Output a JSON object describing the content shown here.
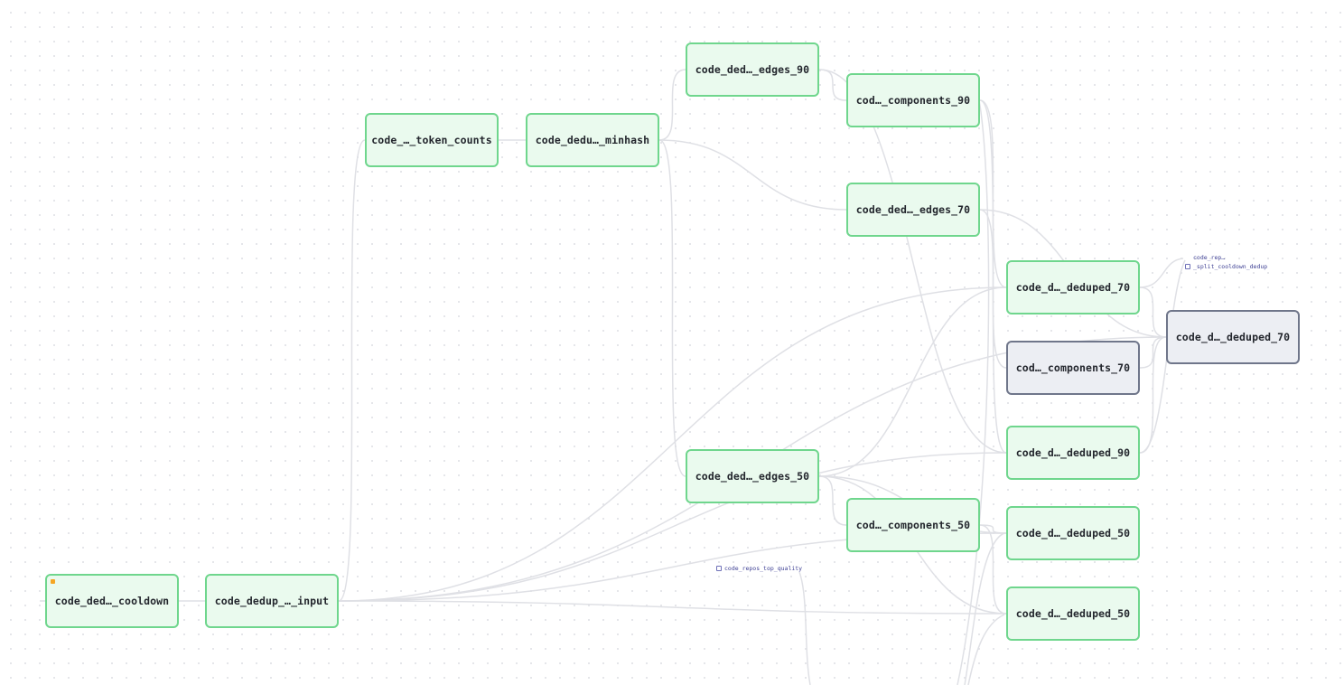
{
  "nodes": [
    {
      "id": "cooldown",
      "label": "code_ded…_cooldown",
      "state": "done",
      "marker": true
    },
    {
      "id": "input",
      "label": "code_dedup_…_input",
      "state": "done"
    },
    {
      "id": "token_counts",
      "label": "code_…_token_counts",
      "state": "done"
    },
    {
      "id": "minhash",
      "label": "code_dedu…_minhash",
      "state": "done"
    },
    {
      "id": "edges_90",
      "label": "code_ded…_edges_90",
      "state": "done"
    },
    {
      "id": "components_90",
      "label": "cod…_components_90",
      "state": "done"
    },
    {
      "id": "edges_70",
      "label": "code_ded…_edges_70",
      "state": "done"
    },
    {
      "id": "deduped_70_a",
      "label": "code_d…_deduped_70",
      "state": "done"
    },
    {
      "id": "components_70",
      "label": "cod…_components_70",
      "state": "pending"
    },
    {
      "id": "deduped_70_b",
      "label": "code_d…_deduped_70",
      "state": "pending"
    },
    {
      "id": "deduped_90",
      "label": "code_d…_deduped_90",
      "state": "done"
    },
    {
      "id": "edges_50",
      "label": "code_ded…_edges_50",
      "state": "done"
    },
    {
      "id": "components_50",
      "label": "cod…_components_50",
      "state": "done"
    },
    {
      "id": "deduped_50_a",
      "label": "code_d…_deduped_50",
      "state": "done"
    },
    {
      "id": "deduped_50_b",
      "label": "code_d…_deduped_50",
      "state": "done"
    }
  ],
  "external_assets": [
    {
      "id": "split_cooldown_dedup",
      "lines": [
        "code_rep…",
        "_split_cooldown_dedup"
      ]
    },
    {
      "id": "repos_top_quality",
      "lines": [
        "code_repos_top_quality"
      ]
    }
  ],
  "colors": {
    "done_fill": "#eafaee",
    "done_border": "#6fd68d",
    "pending_fill": "#eceef3",
    "pending_border": "#6f768a",
    "edge": "#dfe0e5",
    "marker": "#f5a623",
    "external_text": "#3d3f93"
  }
}
